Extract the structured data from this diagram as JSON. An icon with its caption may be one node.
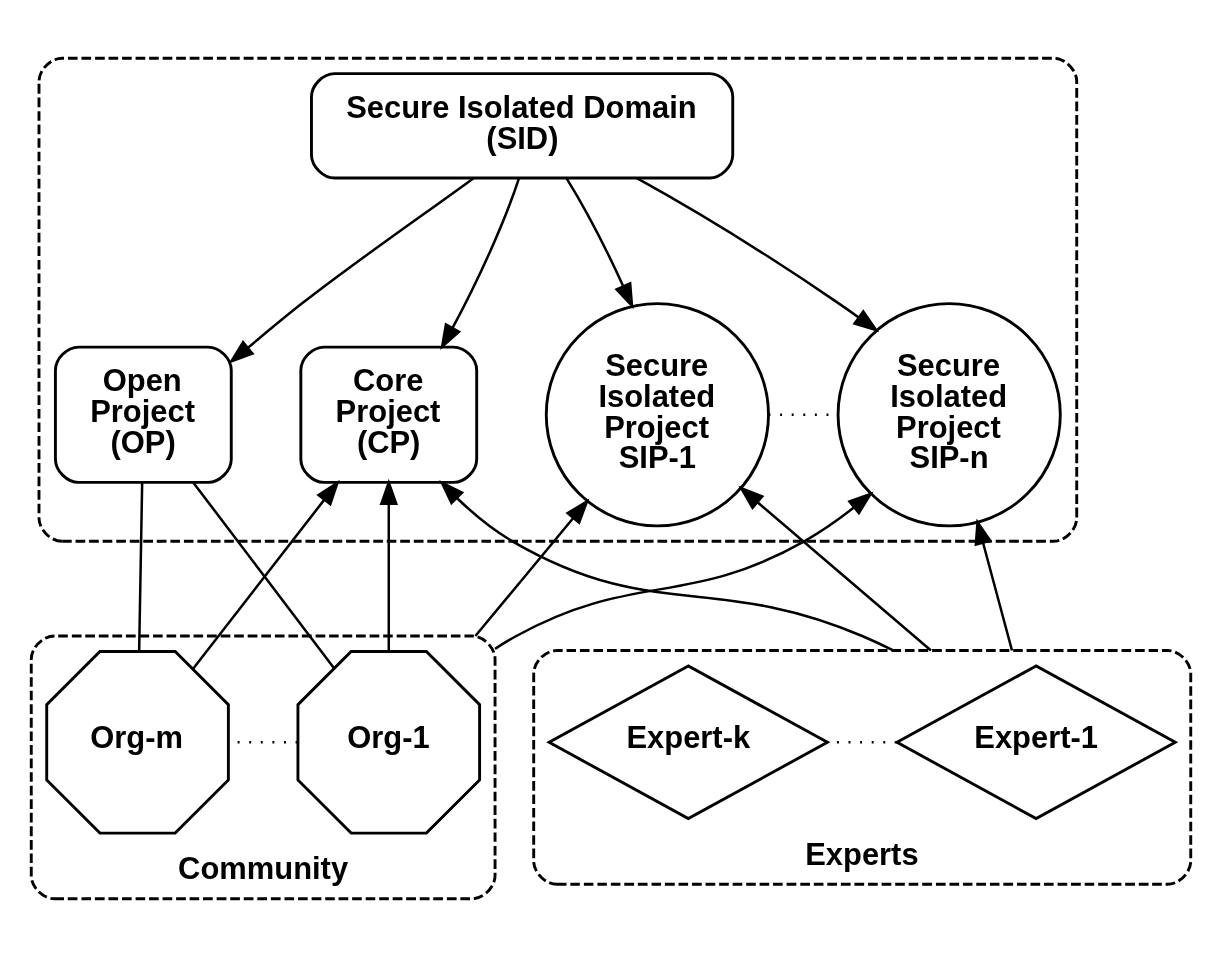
{
  "diagram": {
    "nodes": [
      {
        "text": [],
        "shape": "box"
      },
      {
        "text": [
          "Secure Isolated Domain (SID)"
        ],
        "in": 0
      },
      {
        "text": [
          "Core Project (CP)"
        ],
        "in": 0
      },
      {
        "text": [
          "Open Project (OP)"
        ],
        "in": 0
      },
      {
        "text": [
          "Secure Isolated Project SIP-1"
        ],
        "in": 0
      },
      {
        "text": [
          "Secure Isolated Project SIP-n"
        ],
        "in": 0
      },
      {
        "text": [
          "Community"
        ]
      },
      {
        "text": [
          "Org-1"
        ],
        "in": 6
      },
      {
        "text": [
          "Org-m"
        ],
        "in": 6
      },
      {
        "text": [
          "Experts"
        ]
      },
      {
        "text": [
          "Expert-1"
        ],
        "in": 9
      },
      {
        "text": [
          "Expert-k"
        ],
        "in": 9
      }
    ],
    "edges": [
      {
        "from": 1,
        "to": 2,
        "arrow": "to"
      },
      {
        "from": 1,
        "to": 3,
        "arrow": "to"
      },
      {
        "from": 1,
        "to": 4,
        "arrow": "to"
      },
      {
        "from": 1,
        "to": 5,
        "arrow": "to"
      },
      {
        "from": 4,
        "to": 5,
        "arrow": "none",
        "style": "dashed"
      },
      {
        "from": 7,
        "to": 2,
        "arrow": "to"
      },
      {
        "from": 7,
        "to": 3,
        "arrow": "none"
      },
      {
        "from": 8,
        "to": 2,
        "arrow": "to"
      },
      {
        "from": 8,
        "to": 3,
        "arrow": "none"
      },
      {
        "from": 6,
        "to": 4,
        "arrow": "to"
      },
      {
        "from": 6,
        "to": 5,
        "arrow": "to"
      },
      {
        "from": 9,
        "to": 2,
        "arrow": "to"
      },
      {
        "from": 9,
        "to": 4,
        "arrow": "to"
      },
      {
        "from": 9,
        "to": 5,
        "arrow": "to"
      },
      {
        "from": 7,
        "to": 8,
        "arrow": "none",
        "style": "dashed"
      },
      {
        "from": 10,
        "to": 11,
        "arrow": "none",
        "style": "dashed"
      }
    ]
  }
}
